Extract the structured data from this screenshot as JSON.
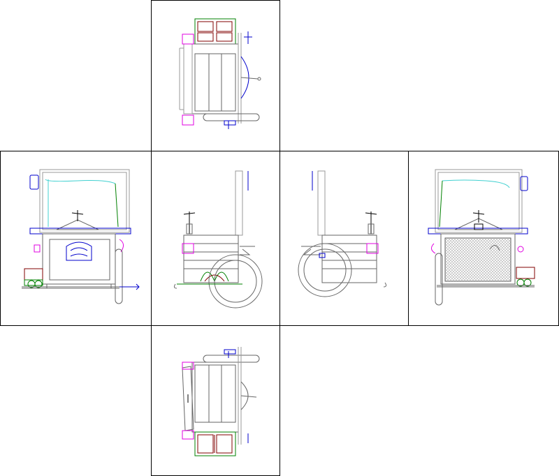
{
  "colors": {
    "outline": "#666666",
    "frame": "#999999",
    "green": "#008000",
    "blue": "#0000cc",
    "magenta": "#e000e0",
    "maroon": "#800000",
    "cyan": "#40d0d0",
    "mesh": "#b0b0b0",
    "background": "#ffffff",
    "border": "#000000"
  },
  "views": [
    {
      "id": "top",
      "kind": "plan"
    },
    {
      "id": "front",
      "kind": "elevation"
    },
    {
      "id": "left",
      "kind": "elevation"
    },
    {
      "id": "right",
      "kind": "elevation"
    },
    {
      "id": "back",
      "kind": "elevation"
    },
    {
      "id": "bottom",
      "kind": "plan"
    }
  ]
}
